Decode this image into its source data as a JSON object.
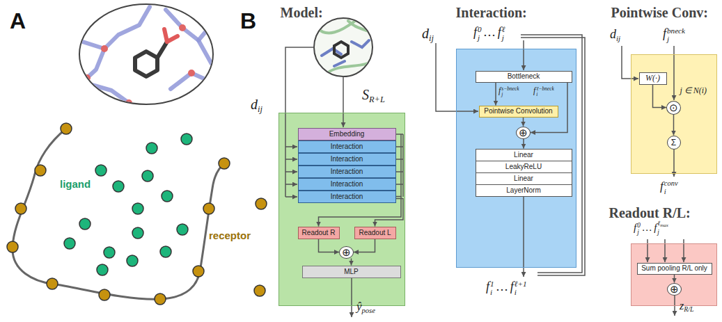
{
  "diagram": {
    "nodes": [
      {
        "text": [
          "Model:"
        ]
      },
      {
        "text": [
          "Embedding"
        ],
        "in": 0
      },
      {
        "text": [
          "Interaction"
        ],
        "in": 0
      },
      {
        "text": [
          "Interaction"
        ],
        "in": 0
      },
      {
        "text": [
          "Interaction"
        ],
        "in": 0
      },
      {
        "text": [
          "Interaction"
        ],
        "in": 0
      },
      {
        "text": [
          "Interaction"
        ],
        "in": 0
      },
      {
        "text": [
          "Readout R"
        ],
        "in": 0
      },
      {
        "text": [
          "Readout L"
        ],
        "in": 0
      },
      {
        "text": [
          "⊕"
        ],
        "in": 0
      },
      {
        "text": [
          "MLP"
        ],
        "in": 0
      },
      {
        "text": [
          "Interaction:"
        ]
      },
      {
        "text": [
          "Bottleneck"
        ],
        "in": 11
      },
      {
        "text": [
          "Pointwise Convolution"
        ],
        "in": 11
      },
      {
        "text": [
          "⊕"
        ],
        "in": 11
      },
      {
        "text": [
          "Linear"
        ],
        "in": 11
      },
      {
        "text": [
          "LeakyReLU"
        ],
        "in": 11
      },
      {
        "text": [
          "Linear"
        ],
        "in": 11
      },
      {
        "text": [
          "LayerNorm"
        ],
        "in": 11
      },
      {
        "text": [
          "Pointwise Conv:"
        ]
      },
      {
        "text": [
          "W(·)"
        ],
        "in": 19
      },
      {
        "text": [
          "⊙"
        ],
        "in": 19
      },
      {
        "text": [
          "Σ"
        ],
        "in": 19
      },
      {
        "text": [
          "Readout R/L:"
        ]
      },
      {
        "text": [
          "Sum pooling R/L only"
        ],
        "in": 23
      },
      {
        "text": [
          "⊕"
        ],
        "in": 23
      }
    ],
    "edges": [
      {
        "from": 6,
        "to": 7,
        "arrow": "to"
      },
      {
        "from": 6,
        "to": 8,
        "arrow": "to"
      },
      {
        "from": 7,
        "to": 9,
        "arrow": "to"
      },
      {
        "from": 8,
        "to": 9,
        "arrow": "to"
      },
      {
        "from": 9,
        "to": 10,
        "arrow": "to"
      },
      {
        "from": 12,
        "to": 13,
        "arrow": "to"
      },
      {
        "from": 12,
        "to": 14,
        "arrow": "to"
      },
      {
        "from": 13,
        "to": 14,
        "arrow": "to"
      },
      {
        "from": 14,
        "to": 15,
        "arrow": "to"
      },
      {
        "from": 20,
        "to": 21,
        "arrow": "to"
      },
      {
        "from": 21,
        "to": 22,
        "arrow": "to"
      },
      {
        "from": 24,
        "to": 25,
        "arrow": "to"
      }
    ],
    "labels": [
      "A",
      "B",
      "ligand",
      "receptor",
      "d",
      "ij",
      "S",
      "R+L",
      "ŷ",
      "pose",
      "d",
      "ij",
      "f",
      "j",
      "0",
      "…",
      "f",
      "j",
      "ℓ",
      "f",
      "j",
      "s−bneck",
      "f",
      "i",
      "ℓ−bneck",
      "f",
      "i",
      "1",
      "…",
      "f",
      "i",
      "ℓ+1",
      "d",
      "ij",
      "f",
      "j",
      "bneck",
      "j ∈ N(i)",
      "f",
      "i",
      "conv",
      "f",
      "j",
      "0",
      "…",
      "f",
      "j",
      "ℓ",
      "max",
      "z",
      "R/L"
    ]
  }
}
